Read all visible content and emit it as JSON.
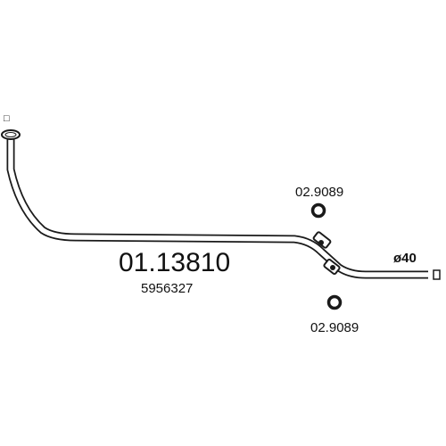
{
  "part_number": "01.13810",
  "oem_reference": "5956327",
  "clamp_top_code": "02.9089",
  "clamp_bottom_code": "02.9089",
  "diameter_label": "ø40",
  "end_marker_left": "□",
  "end_marker_right": "□",
  "colors": {
    "line": "#1a1a1a",
    "background": "#ffffff"
  }
}
